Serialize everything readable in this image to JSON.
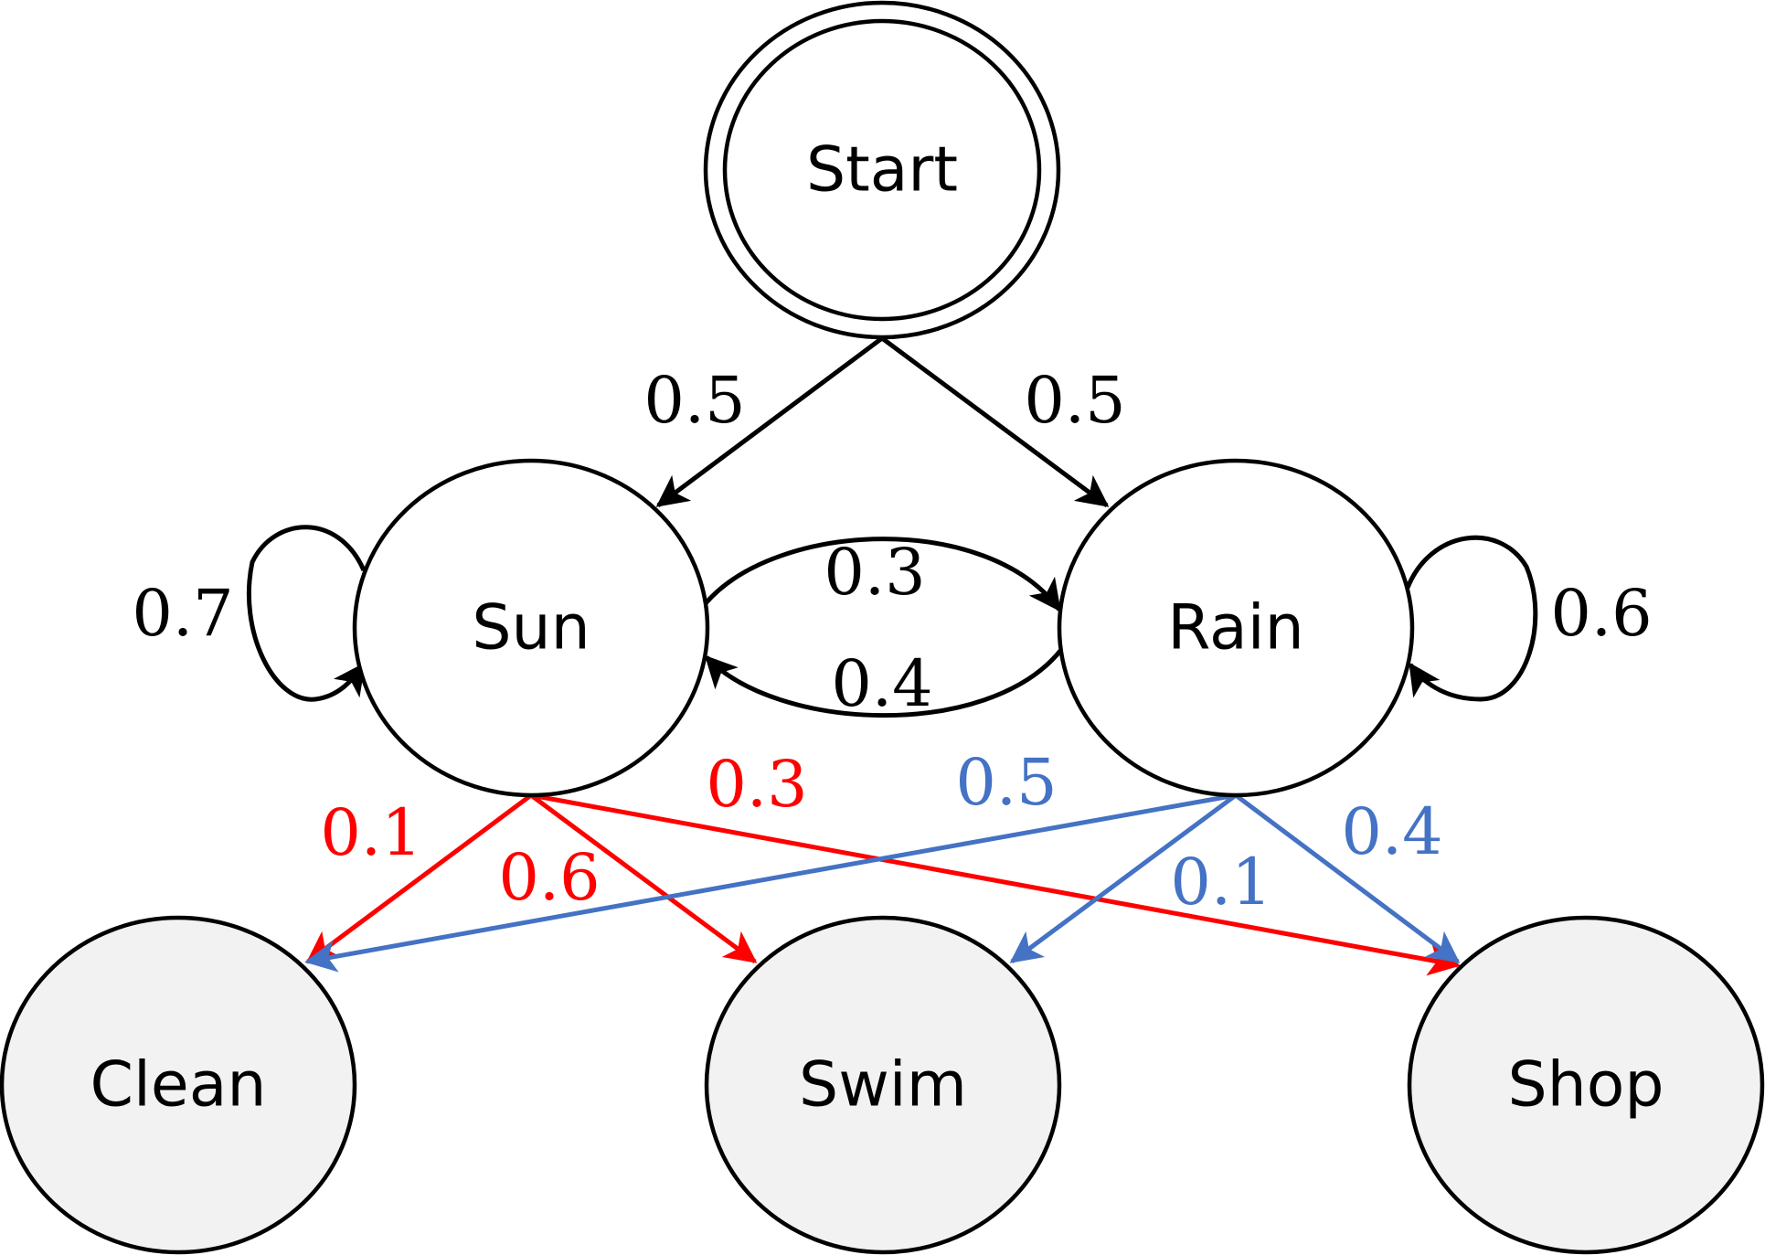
{
  "colors": {
    "transition": "#000000",
    "sun_emission": "#ff0000",
    "rain_emission": "#4472c4",
    "observation_fill": "#f2f2f2"
  },
  "nodes": {
    "start": "Start",
    "sun": "Sun",
    "rain": "Rain",
    "clean": "Clean",
    "swim": "Swim",
    "shop": "Shop"
  },
  "transitions": {
    "start_to_sun": "0.5",
    "start_to_rain": "0.5",
    "sun_to_sun": "0.7",
    "sun_to_rain": "0.3",
    "rain_to_sun": "0.4",
    "rain_to_rain": "0.6"
  },
  "emissions": {
    "sun_clean": "0.1",
    "sun_swim": "0.6",
    "sun_shop": "0.3",
    "rain_clean": "0.5",
    "rain_swim": "0.1",
    "rain_shop": "0.4"
  }
}
